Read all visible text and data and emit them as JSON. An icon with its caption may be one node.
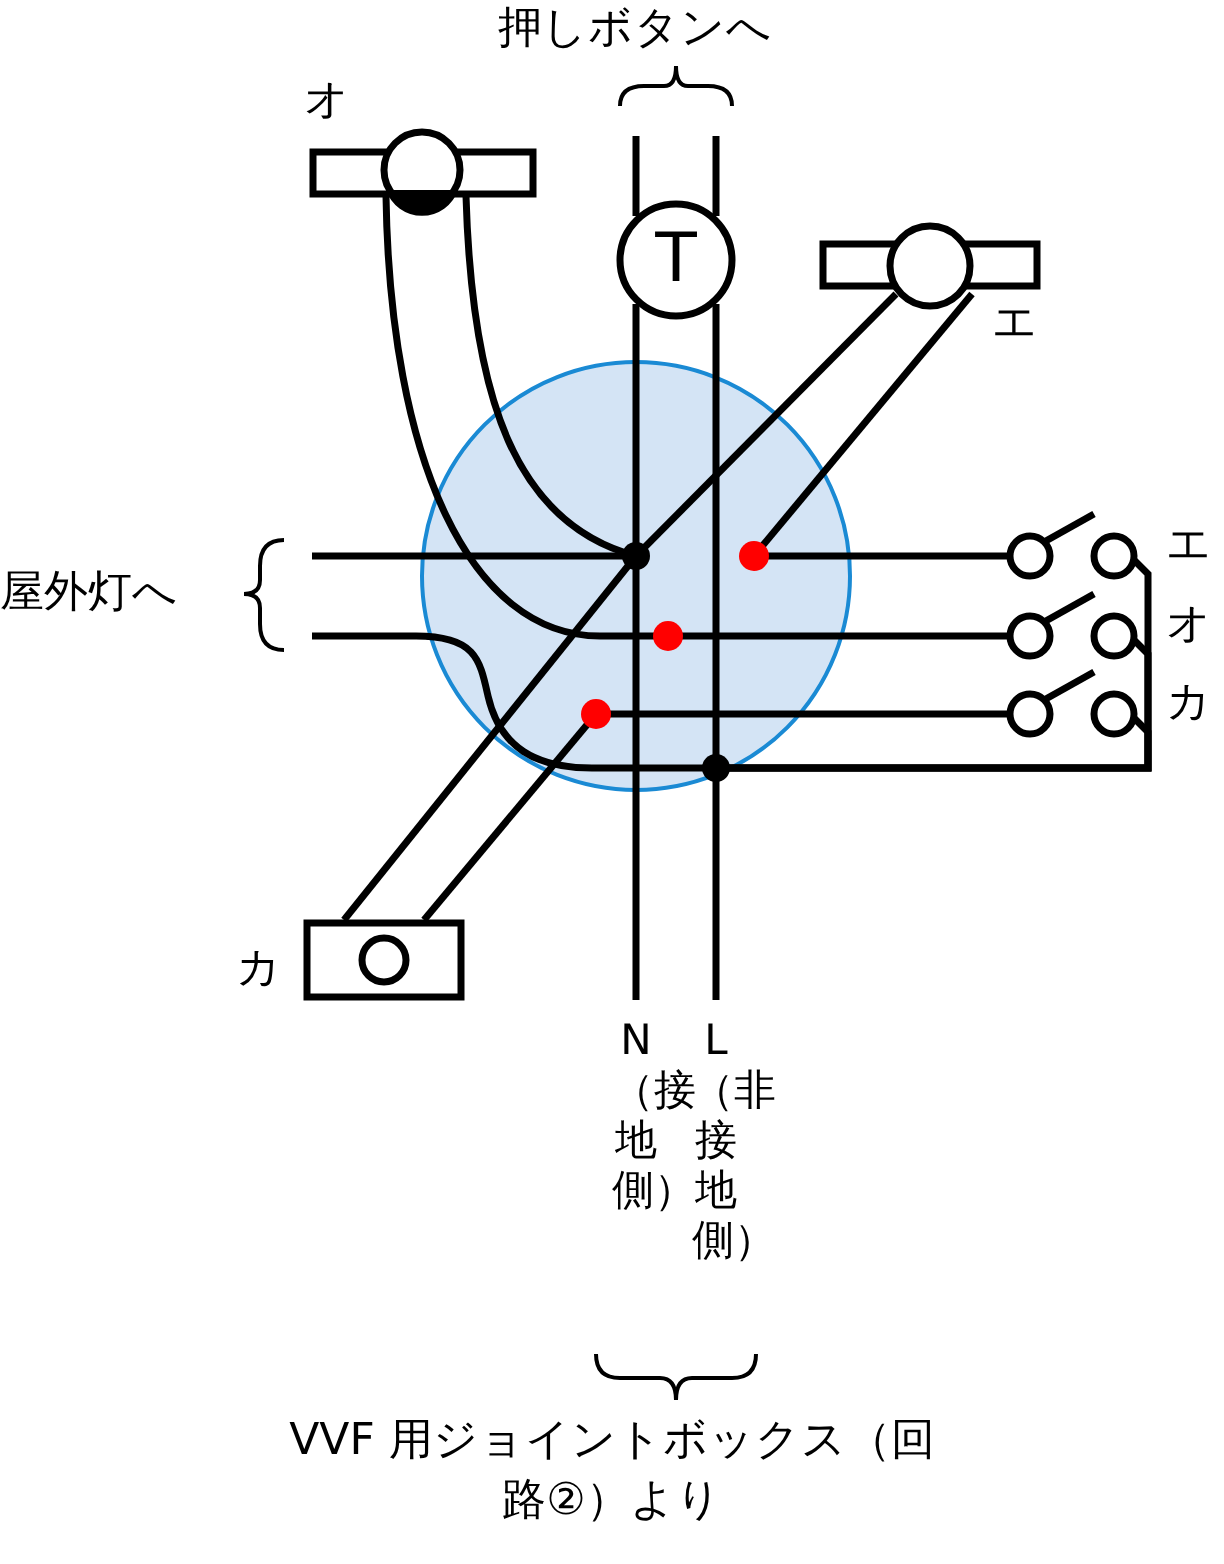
{
  "diagram": {
    "nodes": [
      {
        "text": [],
        "shape": "box",
        "beside": [
          "オ"
        ]
      },
      {
        "text": [
          "T"
        ]
      },
      {
        "text": [],
        "shape": "box",
        "beside": [
          "エ"
        ]
      },
      {
        "text": [],
        "shape": "circle"
      },
      {
        "text": [],
        "shape": "circle",
        "in": 3
      },
      {
        "text": [],
        "shape": "circle",
        "in": 3
      },
      {
        "text": [],
        "shape": "circle",
        "in": 3
      },
      {
        "text": [],
        "shape": "circle",
        "in": 3
      },
      {
        "text": [],
        "shape": "circle",
        "in": 3
      },
      {
        "text": [],
        "shape": "switch",
        "beside": [
          "エ"
        ]
      },
      {
        "text": [],
        "shape": "switch",
        "beside": [
          "オ"
        ]
      },
      {
        "text": [],
        "shape": "switch",
        "beside": [
          "カ"
        ]
      },
      {
        "text": [],
        "shape": "box",
        "beside": [
          "カ"
        ]
      }
    ],
    "edges": [
      {
        "from": null,
        "to": 1,
        "arrow": "none"
      },
      {
        "from": null,
        "to": 1,
        "arrow": "none"
      },
      {
        "from": 1,
        "to": 4,
        "arrow": "none"
      },
      {
        "from": 1,
        "to": 8,
        "arrow": "none"
      },
      {
        "from": 4,
        "to": null,
        "arrow": "none"
      },
      {
        "from": 8,
        "to": null,
        "arrow": "none"
      },
      {
        "from": 0,
        "to": 4,
        "arrow": "none"
      },
      {
        "from": 0,
        "to": 6,
        "arrow": "none"
      },
      {
        "from": 2,
        "to": 4,
        "arrow": "none"
      },
      {
        "from": 2,
        "to": 5,
        "arrow": "none"
      },
      {
        "from": 12,
        "to": 4,
        "arrow": "none"
      },
      {
        "from": 12,
        "to": 7,
        "arrow": "none"
      },
      {
        "from": null,
        "to": 4,
        "arrow": "none"
      },
      {
        "from": null,
        "to": 8,
        "arrow": "none"
      },
      {
        "from": 5,
        "to": 9,
        "arrow": "none"
      },
      {
        "from": 6,
        "to": 10,
        "arrow": "none"
      },
      {
        "from": 7,
        "to": 11,
        "arrow": "none"
      },
      {
        "from": 8,
        "to": 9,
        "arrow": "none"
      },
      {
        "from": 8,
        "to": 10,
        "arrow": "none"
      },
      {
        "from": 8,
        "to": 11,
        "arrow": "none"
      }
    ],
    "labels": [
      "押しボタンへ",
      "屋外灯へ",
      "N（接地側）",
      "L（非接地側）",
      "VVF 用ジョイントボックス（回路②）より"
    ]
  }
}
